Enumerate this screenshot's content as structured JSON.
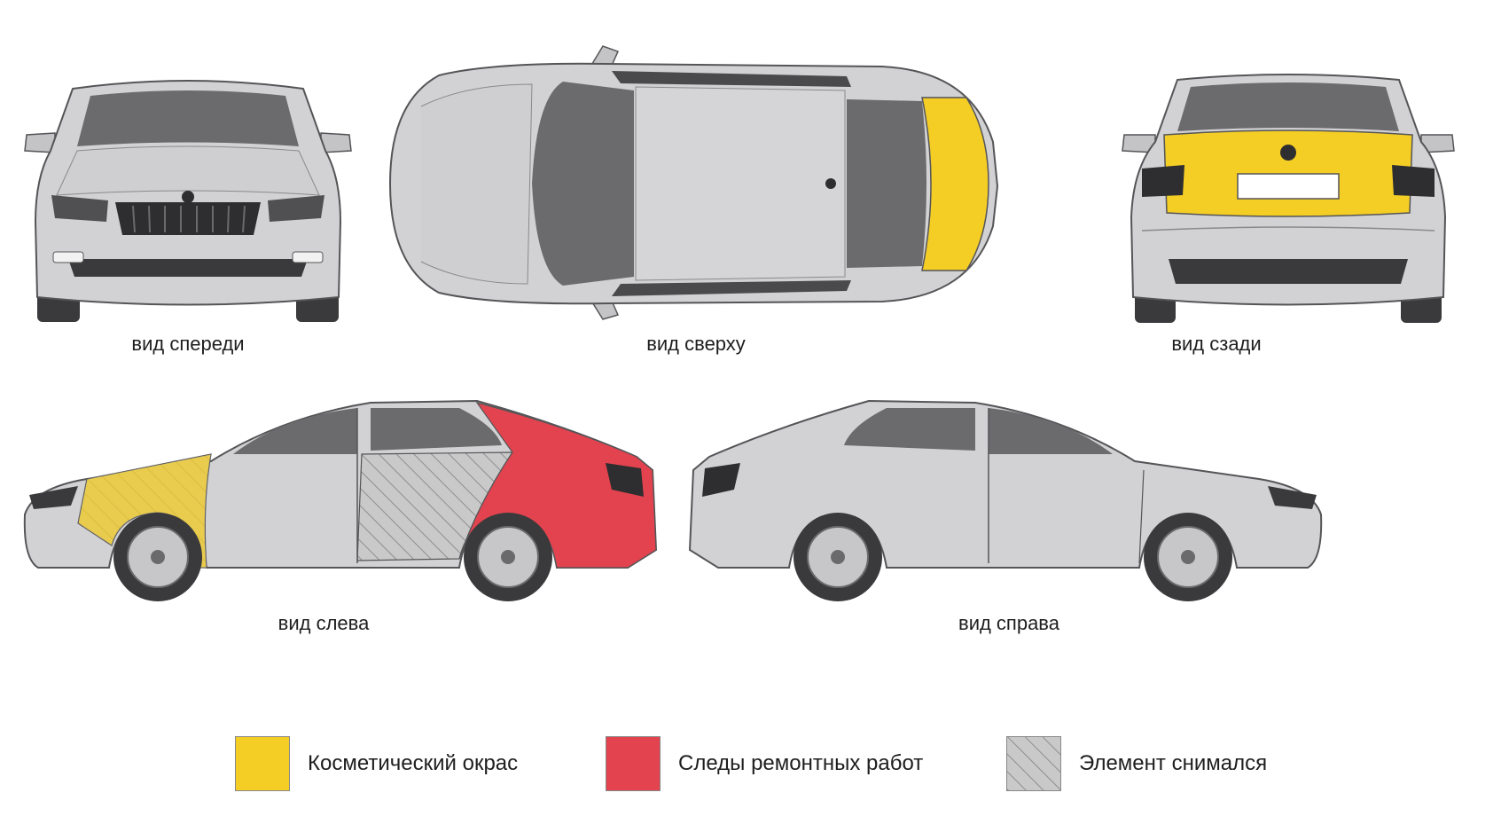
{
  "views": {
    "front": {
      "caption": "вид спереди"
    },
    "top": {
      "caption": "вид сверху"
    },
    "rear": {
      "caption": "вид сзади"
    },
    "left": {
      "caption": "вид слева"
    },
    "right": {
      "caption": "вид справа"
    }
  },
  "legend": [
    {
      "label": "Косметический окрас",
      "pattern": "solid",
      "color": "#f4cd25"
    },
    {
      "label": "Следы ремонтных работ",
      "pattern": "solid",
      "color": "#e3434e"
    },
    {
      "label": "Элемент снимался",
      "pattern": "hatch",
      "color": "#c9c9c9"
    }
  ],
  "colors": {
    "body": "#d2d2d4",
    "body_dark": "#b8b8bb",
    "glass": "#6b6b6e",
    "trim": "#2e2e30",
    "tire": "#3a3a3c",
    "rim": "#c7c7c9",
    "outline": "#555558"
  }
}
